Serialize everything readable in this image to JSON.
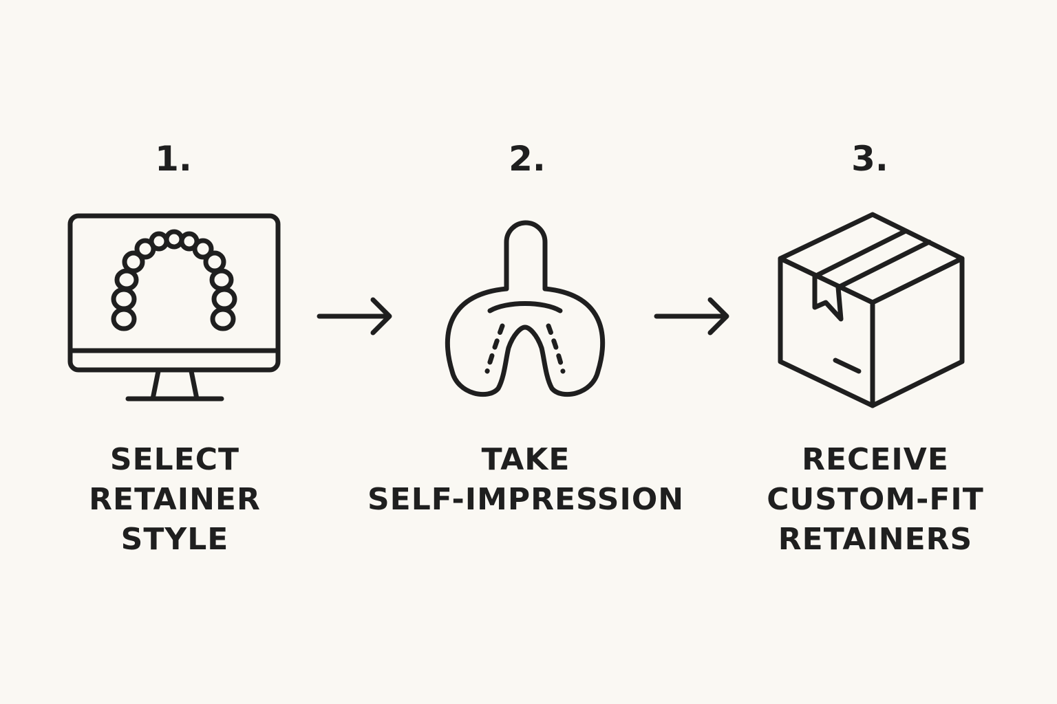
{
  "steps": [
    {
      "number": "1.",
      "label_lines": [
        "SELECT",
        "RETAINER",
        "STYLE"
      ],
      "icon": "monitor-dental-arch-icon"
    },
    {
      "number": "2.",
      "label_lines": [
        "TAKE",
        "SELF-IMPRESSION"
      ],
      "icon": "impression-tray-icon"
    },
    {
      "number": "3.",
      "label_lines": [
        "RECEIVE",
        "CUSTOM-FIT",
        "RETAINERS"
      ],
      "icon": "shipping-box-icon"
    }
  ],
  "connectors": [
    "arrow-right-icon",
    "arrow-right-icon"
  ],
  "colors": {
    "background": "#faf8f3",
    "ink": "#1f1f1f"
  }
}
